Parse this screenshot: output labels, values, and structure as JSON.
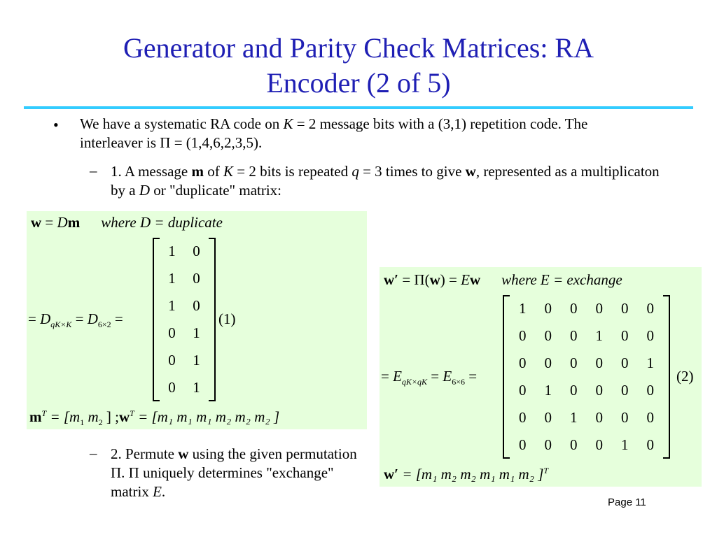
{
  "slide": {
    "title_line1": "Generator and Parity Check Matrices: RA",
    "title_line2": "Encoder (2 of 5)",
    "page_number": "Page 11",
    "accent_rule_color": "#33ccff",
    "title_color": "#1f1fb4",
    "box_color": "#e6ffdc"
  },
  "bullet": {
    "marker": "•",
    "t1": "We have a systematic RA code on ",
    "K": "K",
    "t2": " = 2 message bits with a (3,1) repetition code.  The interleaver is Π = (1,4,6,2,3,5)."
  },
  "sub1": {
    "marker": "–",
    "t1": "1. A message ",
    "m": "m",
    "t2": " of ",
    "K": "K",
    "t3": " = 2 bits is repeated ",
    "q": "q",
    "t4": " = 3 times to give ",
    "w": "w",
    "t5": ", represented as a multiplicaton by a ",
    "D": "D",
    "t6": " or \"duplicate\" matrix:"
  },
  "sub2": {
    "marker": "–",
    "t1": "2. Permute ",
    "w": "w",
    "t2": " using the given permutation Π.  Π uniquely determines \"exchange\" matrix ",
    "E": "E",
    "t3": "."
  },
  "eq1": {
    "top_w": "w",
    "top_eq": " = ",
    "top_D": "D",
    "top_m": "m",
    "top_where": "where D = duplicate",
    "lhs_pre": "= ",
    "lhs_D1": "D",
    "lhs_sub1": "qK×K",
    "lhs_mid": " = ",
    "lhs_D2": "D",
    "lhs_sub2": "6×2",
    "lhs_post": " =",
    "number": "(1)",
    "matrix": [
      [
        "1",
        "0"
      ],
      [
        "1",
        "0"
      ],
      [
        "1",
        "0"
      ],
      [
        "0",
        "1"
      ],
      [
        "0",
        "1"
      ],
      [
        "0",
        "1"
      ]
    ],
    "bottom_m": "m",
    "bottom_T1": "T",
    "bottom_eq1": " = [m",
    "bottom_s1": "1",
    "bottom_a": "  m",
    "bottom_s2": "2",
    "bottom_close": " ]     ;",
    "bottom_w": "w",
    "bottom_T2": "T",
    "bottom_rhs": " = [m₁  m₁  m₁  m₂  m₂  m₂ ]"
  },
  "eq2": {
    "top_w": "w′",
    "top_eq": " = Π(",
    "top_w2": "w",
    "top_eq2": ") = ",
    "top_E": "E",
    "top_w3": "w",
    "top_where": "where E = exchange",
    "lhs_pre": "= ",
    "lhs_E1": "E",
    "lhs_sub1": "qK×qK",
    "lhs_mid": " = ",
    "lhs_E2": "E",
    "lhs_sub2": "6×6",
    "lhs_post": " =",
    "number": "(2)",
    "matrix": [
      [
        "1",
        "0",
        "0",
        "0",
        "0",
        "0"
      ],
      [
        "0",
        "0",
        "0",
        "1",
        "0",
        "0"
      ],
      [
        "0",
        "0",
        "0",
        "0",
        "0",
        "1"
      ],
      [
        "0",
        "1",
        "0",
        "0",
        "0",
        "0"
      ],
      [
        "0",
        "0",
        "1",
        "0",
        "0",
        "0"
      ],
      [
        "0",
        "0",
        "0",
        "0",
        "1",
        "0"
      ]
    ],
    "bottom_w": "w′",
    "bottom_rhs": " = [m₁  m₂  m₂  m₁  m₁  m₂ ]",
    "bottom_T": "T"
  }
}
